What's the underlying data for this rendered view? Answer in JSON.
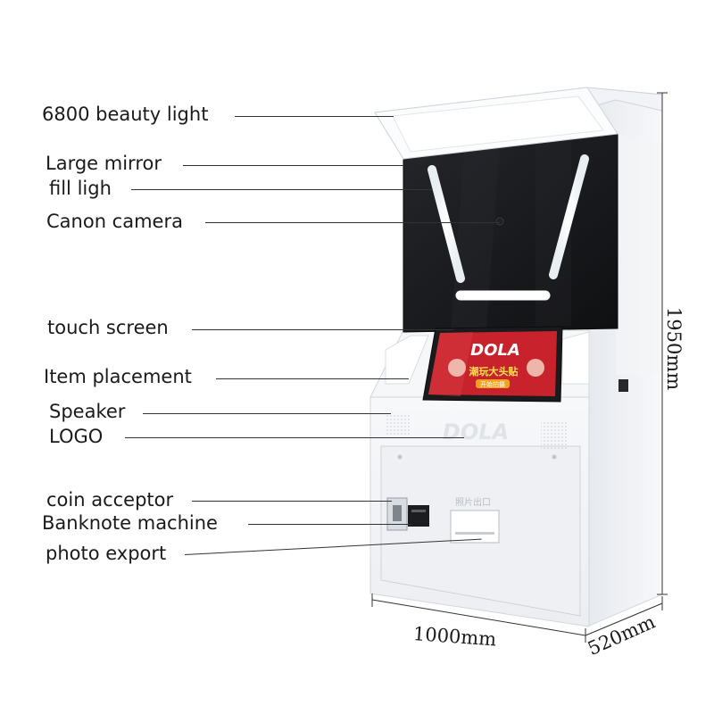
{
  "callouts": [
    {
      "key": "beauty_light",
      "text": "6800 beauty light"
    },
    {
      "key": "mirror",
      "text": "Large mirror"
    },
    {
      "key": "fill_light",
      "text": "fill ligh"
    },
    {
      "key": "camera",
      "text": "Canon camera"
    },
    {
      "key": "touch_screen",
      "text": "touch screen"
    },
    {
      "key": "item_placement",
      "text": "Item placement"
    },
    {
      "key": "speaker",
      "text": "Speaker"
    },
    {
      "key": "logo",
      "text": "LOGO"
    },
    {
      "key": "coin",
      "text": "coin acceptor"
    },
    {
      "key": "banknote",
      "text": "Banknote machine"
    },
    {
      "key": "photo_export",
      "text": "photo export"
    }
  ],
  "dimensions": {
    "height": "1950mm",
    "width": "1000mm",
    "depth": "520mm"
  },
  "machine": {
    "brand": "DOLA",
    "screen_text": "DOLA",
    "screen_subtitle": "潮玩大头贴",
    "screen_button": "开始拍摄",
    "slot_label": "照片出口"
  },
  "colors": {
    "cabinet": "#f4f6f8",
    "mirror": "#151618",
    "screen_bg": "#c8232c",
    "screen_bezel": "#1b1b1d"
  }
}
